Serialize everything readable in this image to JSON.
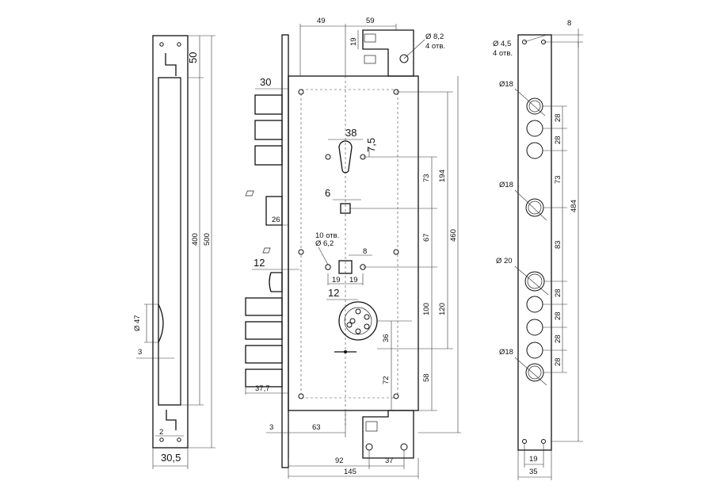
{
  "left_view": {
    "dims": {
      "top_offset": "50",
      "inner_height": "400",
      "total_height": "500",
      "cutout_diameter": "Ø 47",
      "edge_gap": "3",
      "bottom_small": "2",
      "width": "30,5"
    }
  },
  "front_view": {
    "dims": {
      "top_left": "49",
      "top_right": "59",
      "bracket_h": "19",
      "hole_diameter": "Ø 8,2",
      "hole_count": "4 отв.",
      "bolt_left": "30",
      "cylinder_spacing": "38",
      "cylinder_offset": "7,5",
      "square_6": "6",
      "dist_26": "26",
      "vert_73": "73",
      "vert_194": "194",
      "vert_67": "67",
      "vert_460": "460",
      "holes_label": "10 отв.",
      "holes_diameter": "Ø 6,2",
      "square_8": "8",
      "latch_12": "12",
      "spacing_19a": "19",
      "spacing_19b": "19",
      "cyl_12": "12",
      "vert_100": "100",
      "vert_120": "120",
      "vert_36": "36",
      "vert_72": "72",
      "vert_58": "58",
      "bolt_37_7": "37,7",
      "edge_3": "3",
      "backset_63": "63",
      "width_92": "92",
      "width_37": "37",
      "width_145": "145"
    }
  },
  "right_view": {
    "dims": {
      "top_8": "8",
      "mount_hole": "Ø 4,5",
      "mount_count": "4 отв.",
      "d18_a": "Ø18",
      "d18_b": "Ø18",
      "d20": "Ø 20",
      "d18_c": "Ø18",
      "s28_a": "28",
      "s28_b": "28",
      "s73": "73",
      "s484": "484",
      "s83": "83",
      "s28_c": "28",
      "s28_d": "28",
      "s28_e": "28",
      "s28_f": "28",
      "width_19": "19",
      "width_35": "35"
    }
  }
}
